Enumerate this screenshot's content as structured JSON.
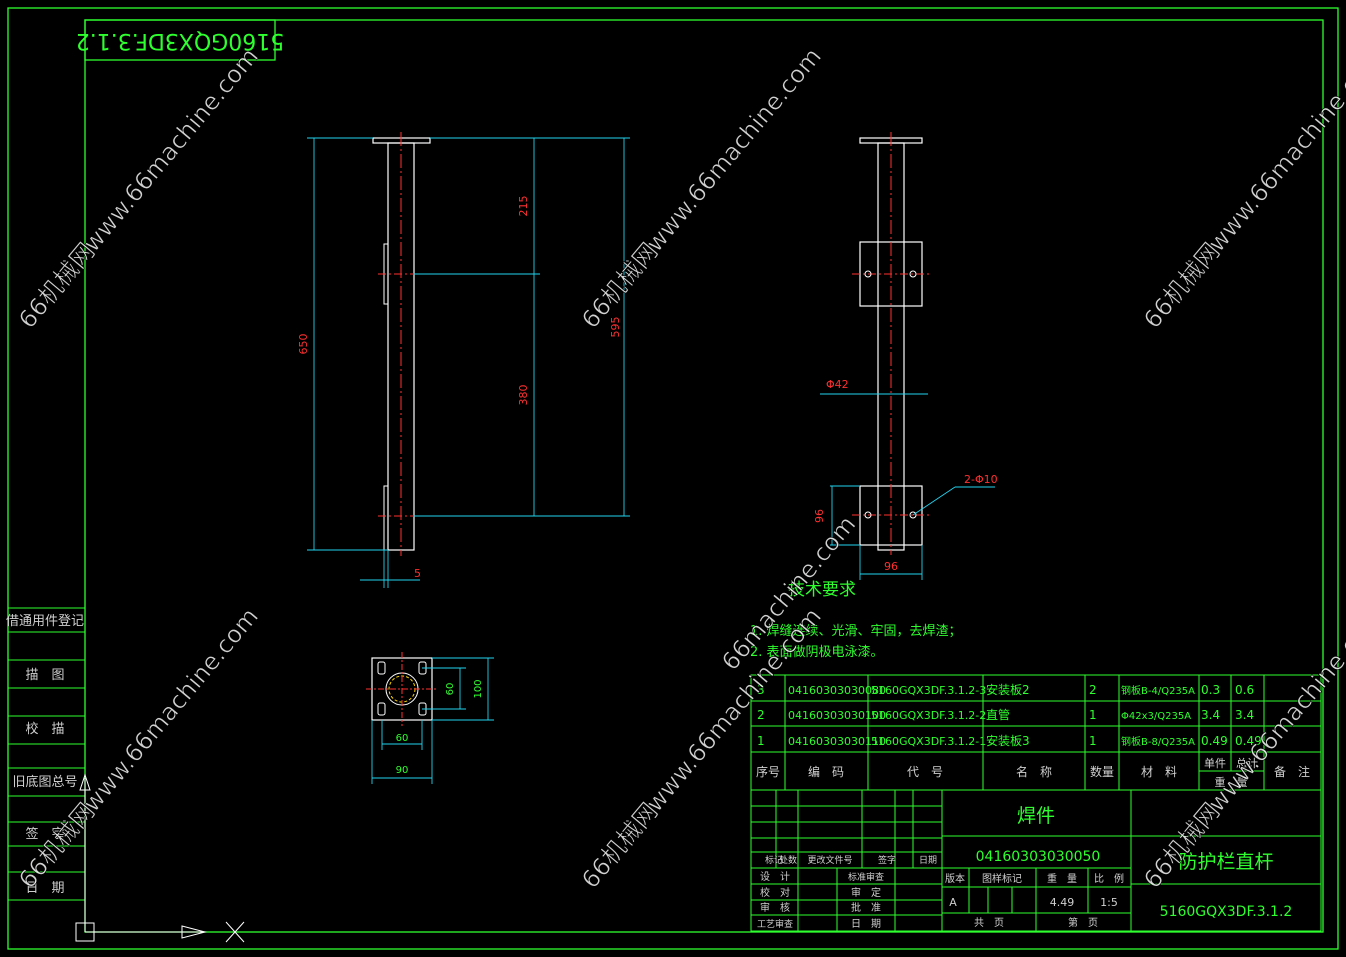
{
  "drawing_code_mirrored": "5160GQX3DF.3.1.2",
  "watermark": {
    "brand": "66机械网",
    "url": "www.66machine.com",
    "url_only": "66machine.com"
  },
  "front_view_dims": {
    "overall": "650",
    "total_right": "595",
    "top_segment": "215",
    "lower_segment": "380",
    "bottom_offset": "5"
  },
  "side_view_dims": {
    "tube_diameter": "Φ42",
    "hole_note": "2-Φ10",
    "plate_height": "96",
    "plate_width": "96"
  },
  "plate_view_dims": {
    "inner_v": "60",
    "outer_v": "100",
    "inner_h": "60",
    "outer_h": "90"
  },
  "tech_requirements": {
    "title": "技术要求",
    "items": [
      "1. 焊缝连续、光滑、牢固，去焊渣；",
      "2. 表面做阴极电泳漆。"
    ]
  },
  "left_strip": [
    "借通用件登记",
    "描　图",
    "校　描",
    "旧底图总号",
    "签　字",
    "日　期"
  ],
  "parts_list": {
    "rows": [
      [
        "3",
        "04160303030080",
        "5160GQX3DF.3.1.2-3",
        "安装板2",
        "2",
        "钢板B-4/Q235A",
        "0.3",
        "0.6",
        ""
      ],
      [
        "2",
        "04160303030100",
        "5160GQX3DF.3.1.2-2",
        "直管",
        "1",
        "Φ42x3/Q235A",
        "3.4",
        "3.4",
        ""
      ],
      [
        "1",
        "04160303030110",
        "5160GQX3DF.3.1.2-1",
        "安装板3",
        "1",
        "钢板B-8/Q235A",
        "0.49",
        "0.49",
        ""
      ]
    ],
    "headers": [
      "序号",
      "编　码",
      "代　号",
      "名　称",
      "数量",
      "材　料",
      "单件",
      "总计",
      "备　注"
    ],
    "weight_label": "重　量"
  },
  "title_block": {
    "type": "焊件",
    "code": "04160303030050",
    "part_name": "防护栏直杆",
    "drawing_no": "5160GQX3DF.3.1.2",
    "rev_labels": [
      "标记",
      "处数",
      "更改文件号",
      "签字",
      "日期"
    ],
    "sign_left": [
      "设　计",
      "校　对",
      "审　核",
      "工艺审查"
    ],
    "sign_right": [
      "标准审查",
      "审　定",
      "批　准",
      "日　期"
    ],
    "meta_labels": [
      "版本",
      "图样标记",
      "重　量",
      "比　例"
    ],
    "version": "A",
    "weight": "4.49",
    "scale": "1:5",
    "sheets_total": "共　页",
    "sheet_no": "第　页"
  }
}
